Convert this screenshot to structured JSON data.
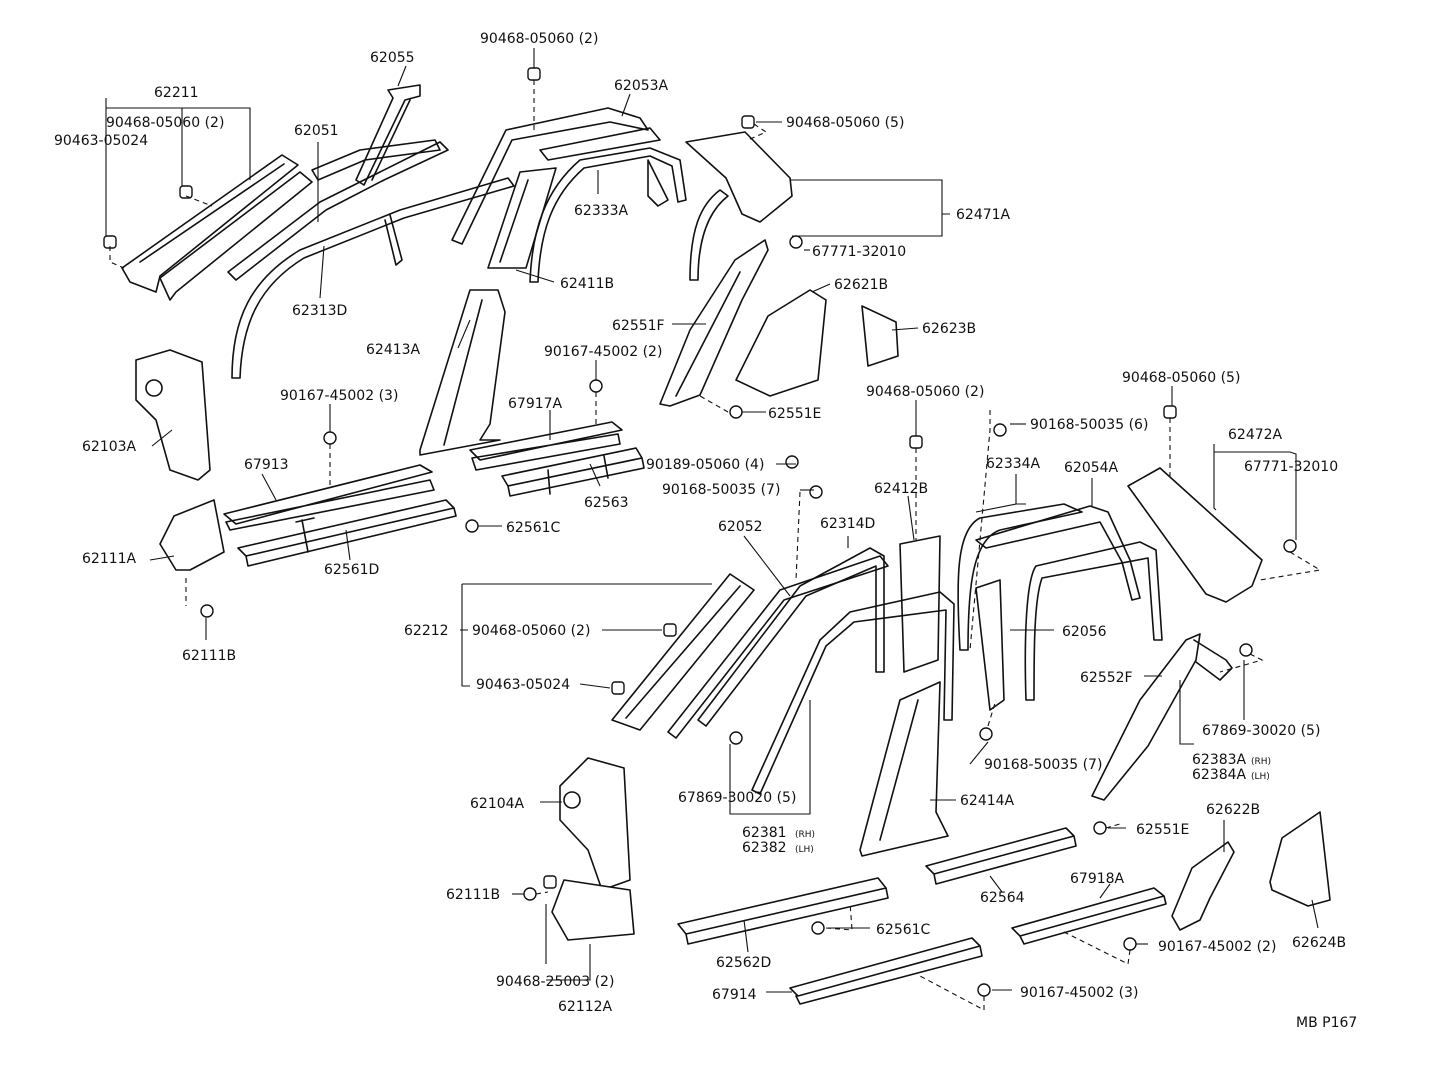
{
  "diagram": {
    "ref_code": "MB P167",
    "labels": {
      "l62211": "62211",
      "l62055": "62055",
      "l62051": "62051",
      "l90468_05060_2_a": "90468-05060 (2)",
      "l90463_05024_a": "90463-05024",
      "l90468_05060_2_top": "90468-05060 (2)",
      "l62053A": "62053A",
      "l90468_05060_5_a": "90468-05060 (5)",
      "l62333A": "62333A",
      "l62471A": "62471A",
      "l67771_32010_a": "67771-32010",
      "l62313D": "62313D",
      "l62411B": "62411B",
      "l62621B": "62621B",
      "l62551F": "62551F",
      "l62623B": "62623B",
      "l62413A": "62413A",
      "l90167_45002_2_a": "90167-45002 (2)",
      "l62103A": "62103A",
      "l90167_45002_3_a": "90167-45002 (3)",
      "l67917A": "67917A",
      "l62551E_a": "62551E",
      "l90468_05060_2_b": "90468-05060 (2)",
      "l90468_05060_5_b": "90468-05060 (5)",
      "l90168_50035_6": "90168-50035 (6)",
      "l62472A": "62472A",
      "l67771_32010_b": "67771-32010",
      "l67913": "67913",
      "l90189_05060_4": "90189-05060 (4)",
      "l90168_50035_7_a": "90168-50035 (7)",
      "l62563": "62563",
      "l62412B": "62412B",
      "l62334A": "62334A",
      "l62054A": "62054A",
      "l62561C_a": "62561C",
      "l62111A": "62111A",
      "l62561D": "62561D",
      "l62052": "62052",
      "l62314D": "62314D",
      "l62212": "62212",
      "l90468_05060_2_c": "90468-05060 (2)",
      "l62056": "62056",
      "l62111B_a": "62111B",
      "l90463_05024_b": "90463-05024",
      "l62552F": "62552F",
      "l67869_30020_5_a": "67869-30020 (5)",
      "l67869_30020_5_b": "67869-30020 (5)",
      "l62383A": "62383A",
      "l62383A_sfx": "(RH)",
      "l62384A": "62384A",
      "l62384A_sfx": "(LH)",
      "l90168_50035_7_b": "90168-50035 (7)",
      "l62414A": "62414A",
      "l62104A": "62104A",
      "l62381": "62381",
      "l62381_sfx": "(RH)",
      "l62382": "62382",
      "l62382_sfx": "(LH)",
      "l62551E_b": "62551E",
      "l62622B": "62622B",
      "l62111B_b": "62111B",
      "l62564": "62564",
      "l67918A": "67918A",
      "l62561C_b": "62561C",
      "l90468_25003_2": "90468-25003 (2)",
      "l62562D": "62562D",
      "l90167_45002_2_b": "90167-45002 (2)",
      "l62624B": "62624B",
      "l62112A": "62112A",
      "l67914": "67914",
      "l90167_45002_3_b": "90167-45002 (3)"
    }
  }
}
